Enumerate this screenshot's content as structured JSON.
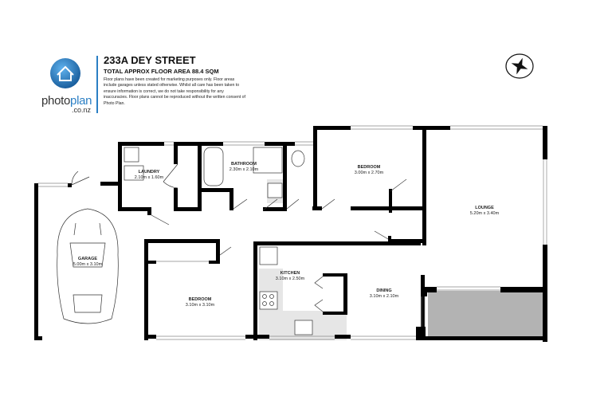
{
  "brand": {
    "name_part1": "photo",
    "name_part2": "plan",
    "domain": ".co.nz",
    "accent": "#2b7fc4"
  },
  "header": {
    "title": "233A DEY STREET",
    "subtitle": "TOTAL APPROX FLOOR AREA 88.4 SQM",
    "disclaimer": "Floor plans have been created for marketing purposes only. Floor areas include garages unless stated otherwise. Whilst all care has been taken to ensure information is correct, we do not take responsibility for any inaccuracies. Floor plans cannot be reproduced without the written consent of Photo Plan."
  },
  "compass": {
    "icon": "compass-icon"
  },
  "rooms": [
    {
      "id": "laundry",
      "name": "LAUNDRY",
      "dims": "2.10m x 1.60m"
    },
    {
      "id": "bathroom",
      "name": "BATHROOM",
      "dims": "2.30m x 2.10m"
    },
    {
      "id": "bedroom1",
      "name": "BEDROOM",
      "dims": "3.00m x 2.70m"
    },
    {
      "id": "lounge",
      "name": "LOUNGE",
      "dims": "5.20m x 3.40m"
    },
    {
      "id": "garage",
      "name": "GARAGE",
      "dims": "5.00m x 3.10m"
    },
    {
      "id": "bedroom2",
      "name": "BEDROOM",
      "dims": "3.10m x 3.10m"
    },
    {
      "id": "kitchen",
      "name": "KITCHEN",
      "dims": "3.10m x 2.50m"
    },
    {
      "id": "dining",
      "name": "DINING",
      "dims": "3.10m x 2.10m"
    }
  ],
  "colors": {
    "wall": "#000000",
    "floor_shade": "#e6e6e6",
    "deck": "#b3b3b3"
  }
}
